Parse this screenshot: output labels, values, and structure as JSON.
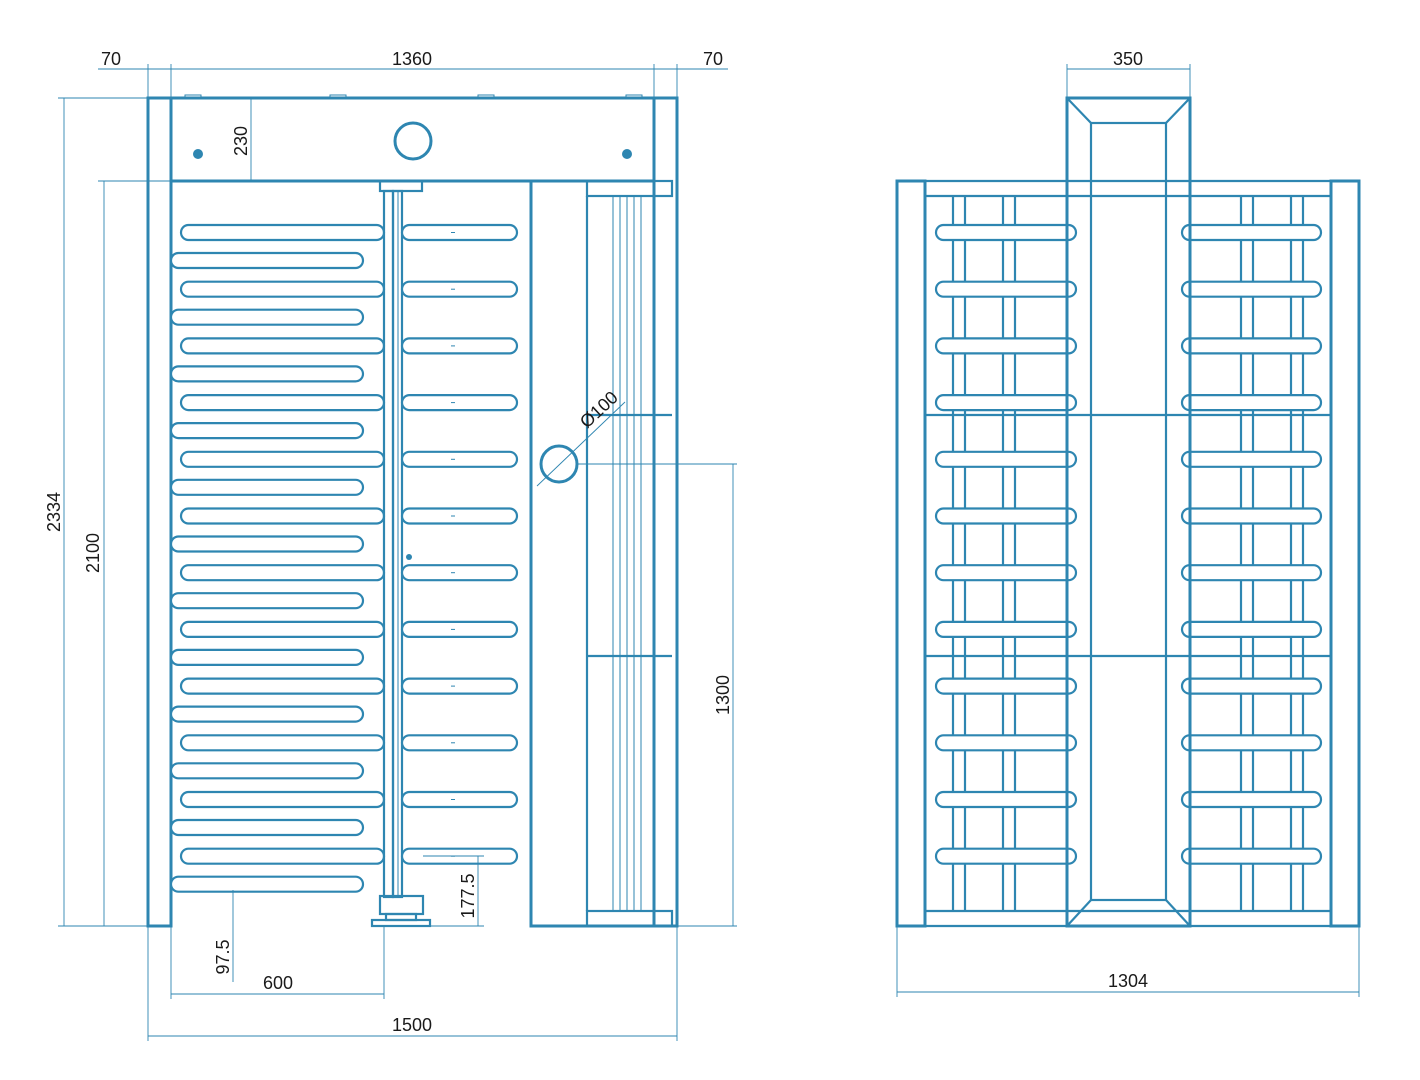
{
  "colors": {
    "line": "#2e86b1",
    "text": "#1a1a1a",
    "background": "#ffffff"
  },
  "front_view": {
    "dims": {
      "left_post_width": "70",
      "inner_width": "1360",
      "right_post_width": "70",
      "top_beam_height": "230",
      "total_height": "2334",
      "rotor_height": "2100",
      "axis_height": "1300",
      "arm_gap_bottom": "177.5",
      "bottom_clearance": "97.5",
      "left_gate_width": "600",
      "total_width": "1500",
      "button_diameter": "Ø100"
    }
  },
  "side_view": {
    "dims": {
      "top_width": "350",
      "total_width": "1304"
    }
  }
}
